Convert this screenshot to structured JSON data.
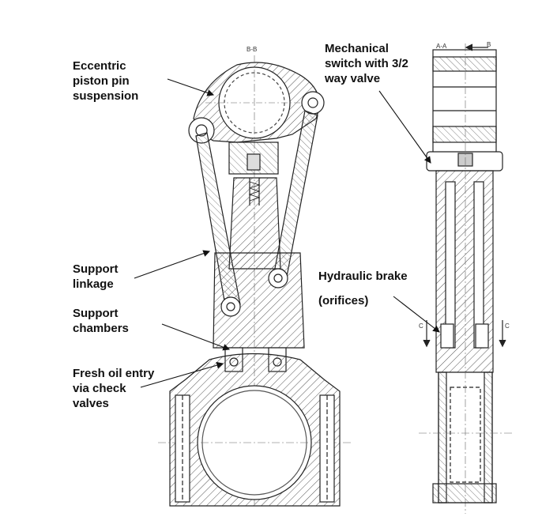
{
  "labels": {
    "eccentric": "Eccentric\npiston pin\nsuspension",
    "mechanical": "Mechanical\nswitch with 3/2\nway valve",
    "support_linkage": "Support\nlinkage",
    "support_chambers": "Support\nchambers",
    "fresh_oil": "Fresh oil entry\nvia check\nvalves",
    "hydraulic_brake": "Hydraulic brake",
    "orifices": "(orifices)"
  },
  "section_marks": {
    "bb": "B-B",
    "aa": "A-A",
    "b": "B",
    "c_left": "C",
    "c_right": "C"
  }
}
